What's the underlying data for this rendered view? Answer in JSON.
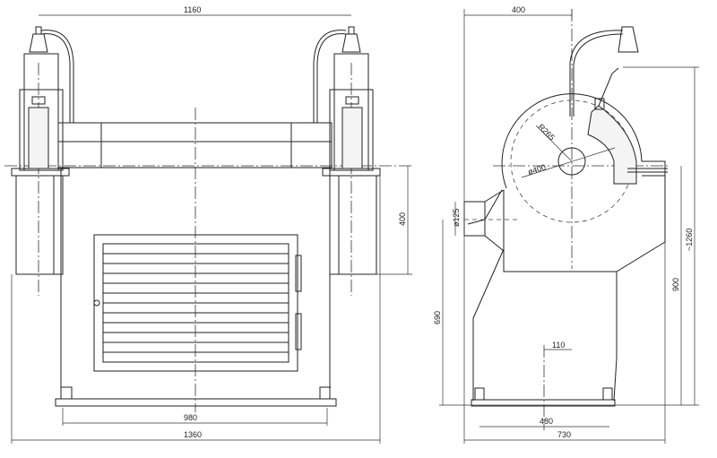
{
  "front_view": {
    "dims": {
      "top_span": "1160",
      "height_below_axis": "400",
      "base_inner": "980",
      "overall_width": "1360"
    }
  },
  "side_view": {
    "dims": {
      "top_offset": "400",
      "guard_radius": "R265",
      "wheel_diameter": "ø400",
      "outlet_diameter": "ø125",
      "outlet_height": "690",
      "axis_offset": "110",
      "base_inner": "480",
      "overall_depth": "730",
      "axis_height": "900",
      "overall_height": "~1260"
    }
  }
}
